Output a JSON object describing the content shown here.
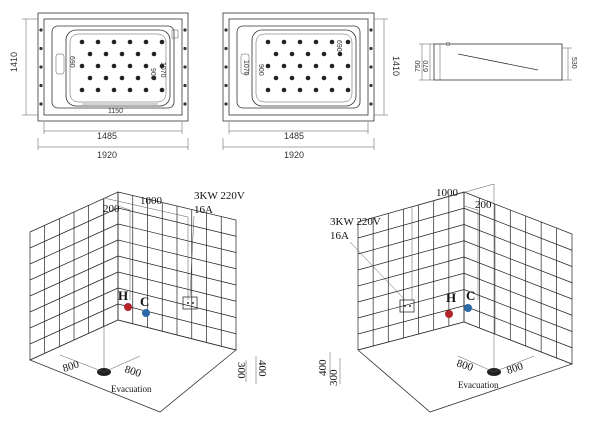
{
  "top_views": {
    "left": {
      "total_width": "1920",
      "rim_width": "1485",
      "inner_width": "1150",
      "height": "1410",
      "inner_height": "900",
      "inner_height_b": "1070",
      "top_offset": "690"
    },
    "middle": {
      "total_width": "1920",
      "rim_width": "1485",
      "height": "1410",
      "inner_height": "900",
      "inner_height_b": "1070",
      "top_offset": "690"
    }
  },
  "side_view": {
    "total_height": "750",
    "inner_height": "670",
    "depth": "530"
  },
  "install_left": {
    "width": "1000",
    "offset": "200",
    "power": "3KW  220V",
    "amps": "16A",
    "hot": "H",
    "cold": "C",
    "floor_a": "800",
    "floor_b": "800",
    "height_a": "300",
    "height_b": "400",
    "drain": "Evacuation"
  },
  "install_right": {
    "width": "1000",
    "offset": "200",
    "power": "3KW  220V",
    "amps": "16A",
    "hot": "H",
    "cold": "C",
    "floor_a": "800",
    "floor_b": "800",
    "height_a": "300",
    "height_b": "400",
    "drain": "Evacuation"
  },
  "colors": {
    "hot": "#b3242b",
    "cold": "#2a6aa8",
    "line": "#333333"
  }
}
